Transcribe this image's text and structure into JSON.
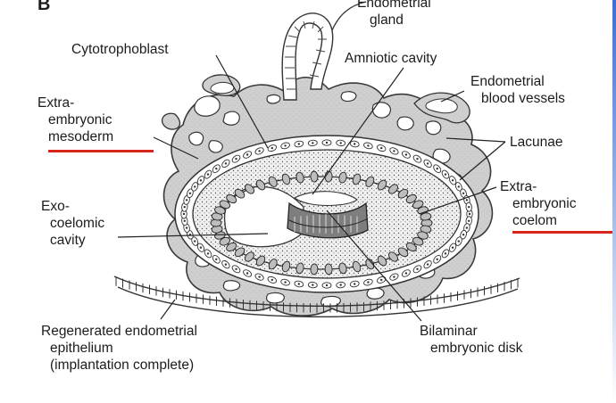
{
  "figure": {
    "panel_letter": "B"
  },
  "labels": {
    "endometrial_gland": [
      "Endometrial",
      "gland"
    ],
    "cytotrophoblast": [
      "Cytotrophoblast"
    ],
    "amniotic_cavity": [
      "Amniotic cavity"
    ],
    "endometrial_blood_vessels": [
      "Endometrial",
      "blood vessels"
    ],
    "extraembryonic_mesoderm": [
      "Extra-",
      "embryonic",
      "mesoderm"
    ],
    "lacunae": [
      "Lacunae"
    ],
    "exocoelomic_cavity": [
      "Exo-",
      "coelomic",
      "cavity"
    ],
    "extraembryonic_coelom": [
      "Extra-",
      "embryonic",
      "coelom"
    ],
    "regenerated_epithelium": [
      "Regenerated endometrial",
      "epithelium",
      "(implantation complete)"
    ],
    "bilaminar_disk": [
      "Bilaminar",
      "embryonic disk"
    ]
  },
  "colors": {
    "underline": "#d9261c",
    "tissue": "#cfcfcf",
    "ink": "#222222",
    "edge_accent": "#3b6fd4"
  }
}
